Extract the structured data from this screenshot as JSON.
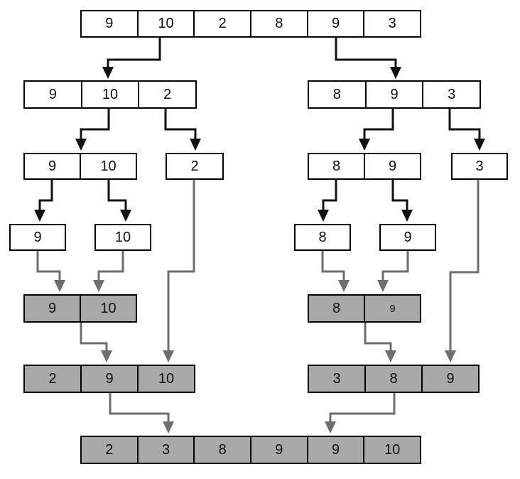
{
  "colors": {
    "unsorted_box_fill": "#ffffff",
    "merged_box_fill": "#a9a9a9",
    "box_border": "#000000",
    "split_arrow": "#111111",
    "merge_arrow": "#6e6e6e"
  },
  "nodes": {
    "input": {
      "values": [
        "9",
        "10",
        "2",
        "8",
        "9",
        "3"
      ],
      "state": "unsorted"
    },
    "left_half": {
      "values": [
        "9",
        "10",
        "2"
      ],
      "state": "unsorted"
    },
    "right_half": {
      "values": [
        "8",
        "9",
        "3"
      ],
      "state": "unsorted"
    },
    "left_pair": {
      "values": [
        "9",
        "10"
      ],
      "state": "unsorted"
    },
    "single_2": {
      "values": [
        "2"
      ],
      "state": "unsorted"
    },
    "right_pair": {
      "values": [
        "8",
        "9"
      ],
      "state": "unsorted"
    },
    "single_3": {
      "values": [
        "3"
      ],
      "state": "unsorted"
    },
    "leaf_9": {
      "values": [
        "9"
      ],
      "state": "unsorted"
    },
    "leaf_10": {
      "values": [
        "10"
      ],
      "state": "unsorted"
    },
    "leaf_8": {
      "values": [
        "8"
      ],
      "state": "unsorted"
    },
    "leaf_9b": {
      "values": [
        "9"
      ],
      "state": "unsorted"
    },
    "merged_left_pair": {
      "values": [
        "9",
        "10"
      ],
      "state": "merged"
    },
    "merged_right_pair": {
      "values": [
        "8",
        "9"
      ],
      "state": "merged"
    },
    "merged_left_triple": {
      "values": [
        "2",
        "9",
        "10"
      ],
      "state": "merged"
    },
    "merged_right_triple": {
      "values": [
        "3",
        "8",
        "9"
      ],
      "state": "merged"
    },
    "output": {
      "values": [
        "2",
        "3",
        "8",
        "9",
        "9",
        "10"
      ],
      "state": "merged"
    }
  }
}
